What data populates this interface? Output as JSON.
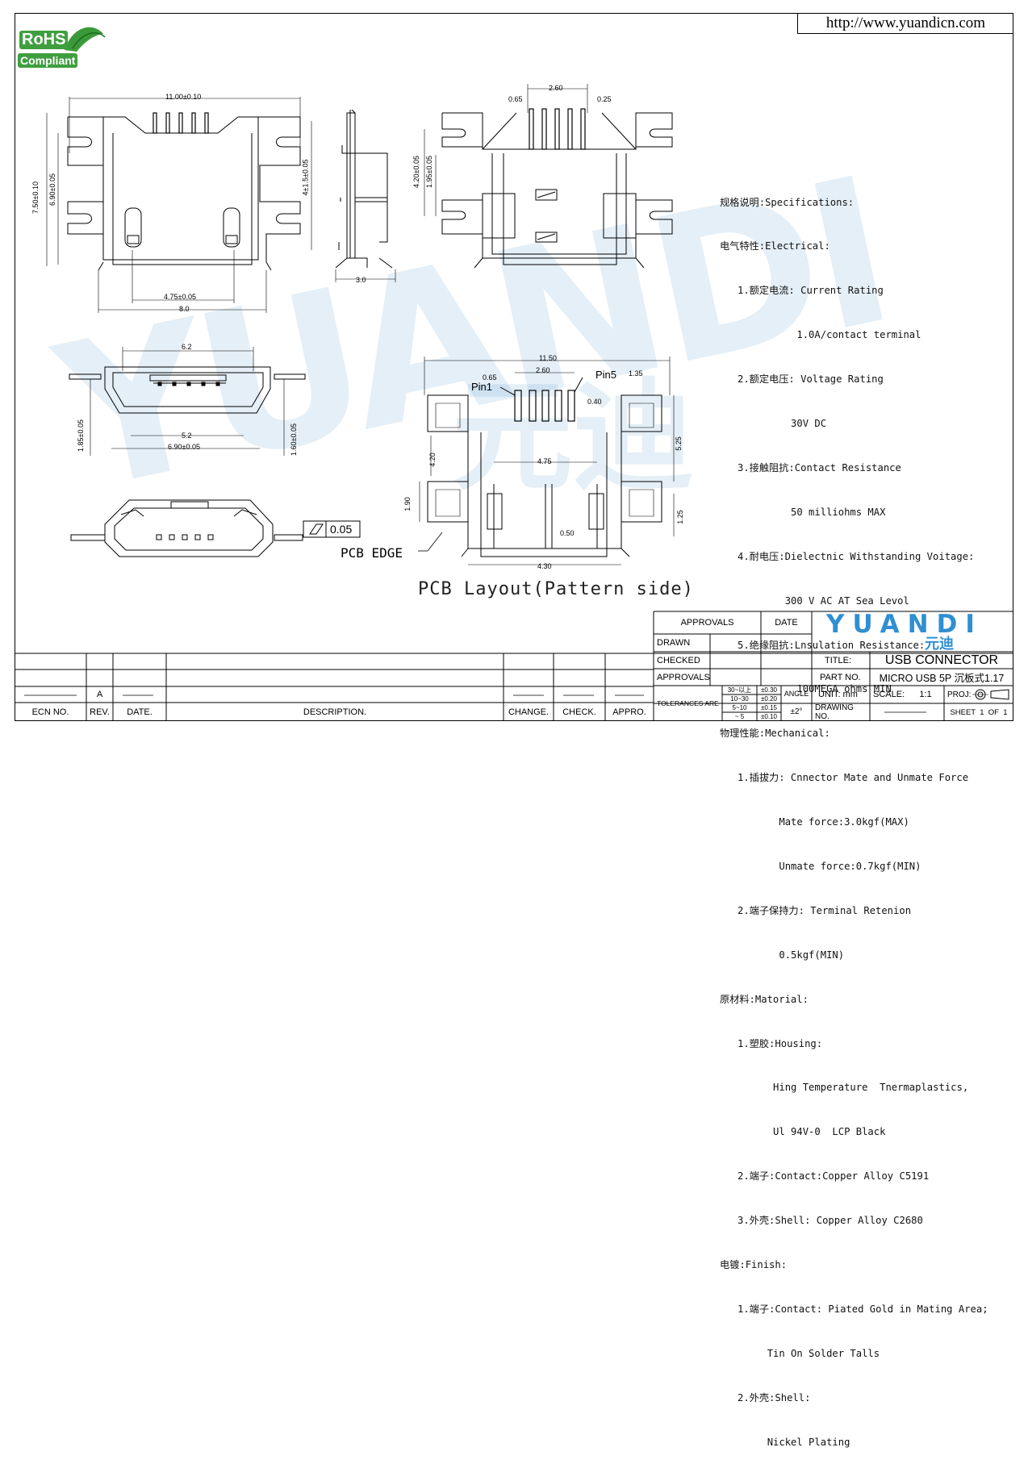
{
  "header": {
    "url": "http://www.yuandicn.com"
  },
  "rohs": {
    "line1": "RoHS",
    "line2": "Compliant"
  },
  "watermark": {
    "latin": "YUANDI",
    "cjk": "元迪"
  },
  "dims": {
    "top_width": "11.00±0.10",
    "left_h1": "7.50±0.10",
    "left_h2": "6.90±0.05",
    "right_h": "4±1.5±0.05",
    "inner_w": "4.75±0.05",
    "outer_w": "8.0",
    "side_w": "3.0",
    "front_pitch": "2.60",
    "front_p1": "0.65",
    "front_p2": "0.25",
    "front_h1": "4.20±0.05",
    "front_h2": "1.95±0.05",
    "rec_top": "6.2",
    "rec_mid": "5.2",
    "rec_bot": "6.90±0.05",
    "rec_left": "1.85±0.05",
    "rec_right": "1.60±0.05",
    "flatness": "0.05",
    "pcb_edge": "PCB EDGE",
    "pcb_total": "11.50",
    "pcb_pitch": "2.60",
    "pcb_p": "0.65",
    "pin1": "Pin1",
    "pin5": "Pin5",
    "pin5_dim": "1.35",
    "pad_w": "0.40",
    "pcb_h1": "5.25",
    "pcb_left": "4.20",
    "pcb_mid": "4.75",
    "pcb_h2": "1.90",
    "pcb_h3": "1.25",
    "pcb_gap": "0.50",
    "pcb_bot": "4.30"
  },
  "caption": "PCB Layout(Pattern side)",
  "specs": [
    "规格说明:Specifications:",
    "电气特性:Electrical:",
    "   1.额定电流: Current Rating",
    "             1.0A/contact terminal",
    "   2.额定电压: Voltage Rating",
    "            30V DC",
    "   3.接触阻抗:Contact Resistance",
    "            50 milliohms MAX",
    "   4.耐电压:Dielectnic Withstanding Voitage:",
    "           300 V AC AT Sea Levol",
    "   5.绝缘阻抗:Lnsulation Resistance:",
    "             100MEGA ohms MIN",
    "物理性能:Mechanical:",
    "   1.插拔力: Cnnector Mate and Unmate Force",
    "          Mate force:3.0kgf(MAX)",
    "          Unmate force:0.7kgf(MIN)",
    "   2.端子保持力: Terminal Retenion",
    "          0.5kgf(MIN)",
    "原材料:Matorial:",
    "   1.塑胶:Housing:",
    "         Hing Temperature  Tnermaplastics,",
    "         Ul 94V-0  LCP Black",
    "   2.端子:Contact:Copper Alloy C5191",
    "   3.外壳:Shell: Copper Alloy C2680",
    "电镀:Finish:",
    "   1.端子:Contact: Piated Gold in Mating Area;",
    "        Tin On Solder Talls",
    "   2.外壳:Shell:",
    "        Nickel Plating"
  ],
  "revision": {
    "ecn": "ECN NO.",
    "rev": "REV.",
    "date": "DATE.",
    "desc": "DESCRIPTION.",
    "change": "CHANGE.",
    "check": "CHECK.",
    "appro": "APPRO.",
    "rev_value": "A"
  },
  "titleblock": {
    "approvals": "APPROVALS",
    "date": "DATE",
    "drawn": "DRAWN",
    "checked": "CHECKED",
    "approvals2": "APPROVALS",
    "tolerances": "TOLERANCES ARE",
    "tol_rows": [
      [
        "30~以上",
        "±0.30"
      ],
      [
        "10~30",
        "±0.20"
      ],
      [
        "5~10",
        "±0.15"
      ],
      [
        "~ 5",
        "±0.10"
      ]
    ],
    "angle": "ANGLE",
    "angle_val": "±2°",
    "brand": "YUANDI",
    "brand_cjk": "元迪",
    "title_label": "TITLE:",
    "title": "USB CONNECTOR",
    "part_label": "PART NO.",
    "part": "MICRO USB 5P 沉板式1.17",
    "unit": "UNIT: mm",
    "scale_label": "SCALE:",
    "scale": "1:1",
    "proj": "PROJ:",
    "drawing_label": "DRAWING NO.",
    "sheet": "SHEET  1  OF  1"
  }
}
